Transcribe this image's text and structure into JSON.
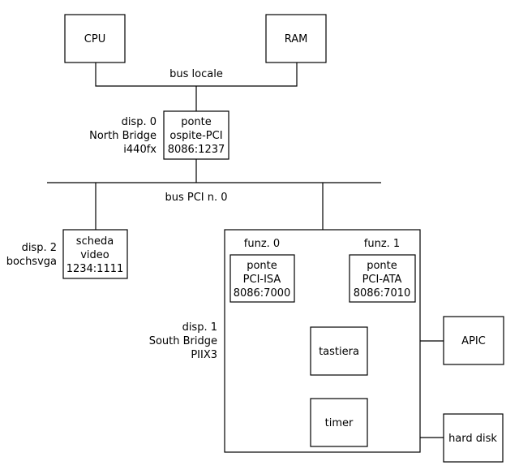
{
  "nodes": {
    "cpu": {
      "label": "CPU"
    },
    "ram": {
      "label": "RAM"
    },
    "host_pci_bridge": {
      "lines": [
        "ponte",
        "ospite-PCI",
        "8086:1237"
      ]
    },
    "vga": {
      "lines": [
        "scheda",
        "video",
        "1234:1111"
      ]
    },
    "pci_isa_bridge": {
      "lines": [
        "ponte",
        "PCI-ISA",
        "8086:7000"
      ]
    },
    "pci_ata_bridge": {
      "lines": [
        "ponte",
        "PCI-ATA",
        "8086:7010"
      ]
    },
    "keyboard": {
      "label": "tastiera"
    },
    "timer": {
      "label": "timer"
    },
    "apic": {
      "label": "APIC"
    },
    "hard_disk": {
      "label": "hard disk"
    }
  },
  "labels": {
    "local_bus": "bus locale",
    "pci_bus": "bus PCI n. 0",
    "north_bridge": [
      "disp. 0",
      "North Bridge",
      "i440fx"
    ],
    "vga_device": [
      "disp. 2",
      "bochsvga"
    ],
    "south_bridge": [
      "disp. 1",
      "South Bridge",
      "PIIX3"
    ],
    "func0": "funz. 0",
    "func1": "funz. 1"
  }
}
